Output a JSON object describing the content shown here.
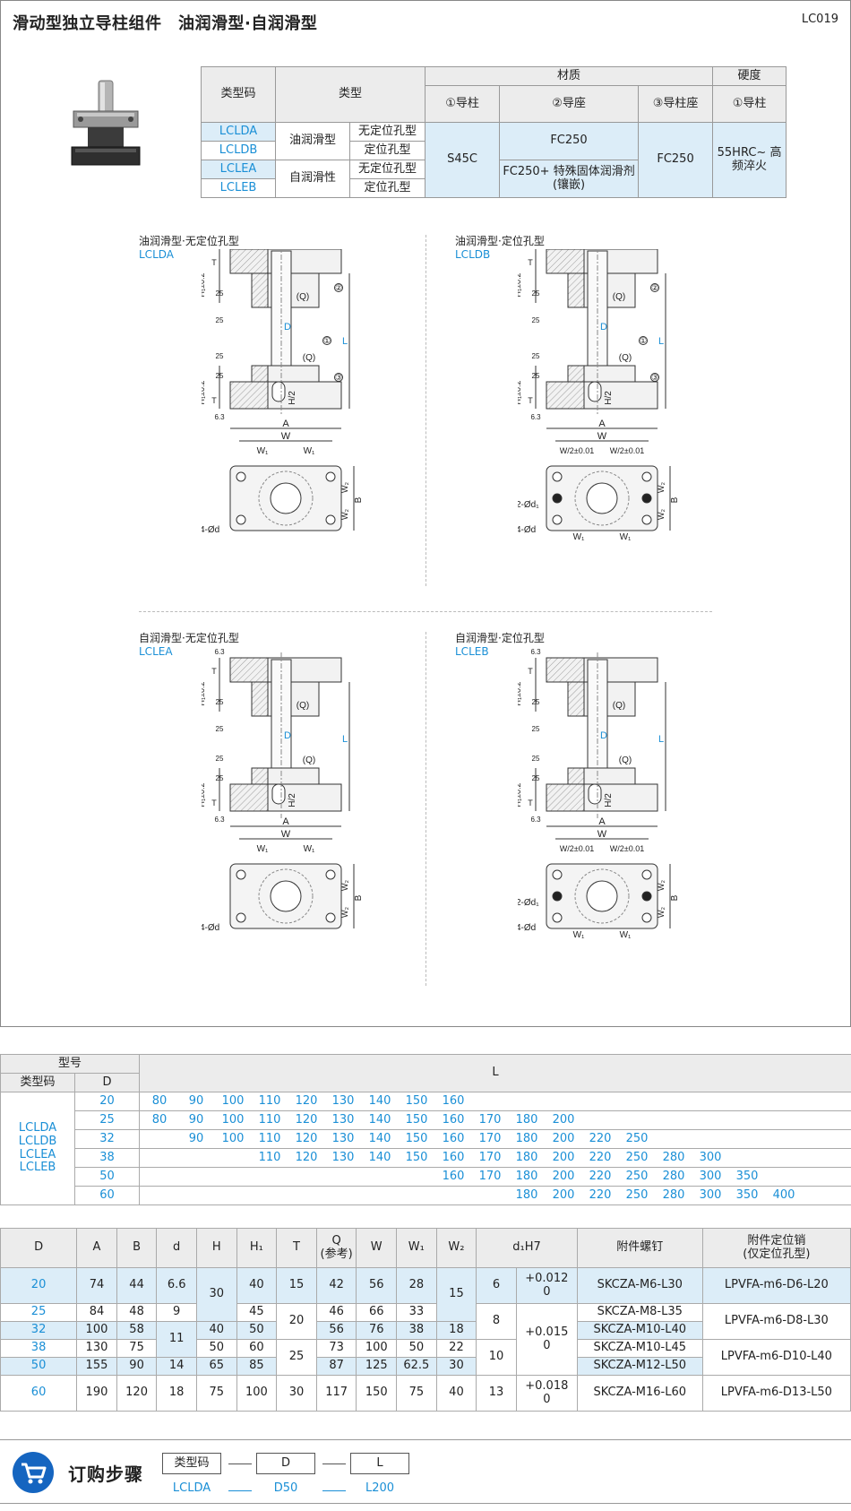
{
  "header": {
    "title": "滑动型独立导柱组件　油润滑型·自润滑型",
    "code": "LC019"
  },
  "material_table": {
    "h_type_code": "类型码",
    "h_type": "类型",
    "h_material": "材质",
    "h_hardness": "硬度",
    "h_guide_post": "①导柱",
    "h_guide_seat": "②导座",
    "h_post_seat": "③导柱座",
    "h_hard_post": "①导柱",
    "rows": [
      {
        "code": "LCLDA",
        "sub": "无定位孔型"
      },
      {
        "code": "LCLDB",
        "sub": "定位孔型"
      },
      {
        "code": "LCLEA",
        "sub": "无定位孔型"
      },
      {
        "code": "LCLEB",
        "sub": "定位孔型"
      }
    ],
    "type_oil": "油润滑型",
    "type_self": "自润滑性",
    "post_mat": "S45C",
    "seat_mat_1": "FC250",
    "seat_mat_2": "FC250+ 特殊固体润滑剂(镶嵌)",
    "post_seat_mat": "FC250",
    "hardness": "55HRC~ 高频淬火"
  },
  "drawings": [
    {
      "title": "油润滑型·无定位孔型",
      "code": "LCLDA"
    },
    {
      "title": "油润滑型·定位孔型",
      "code": "LCLDB"
    },
    {
      "title": "自润滑型·无定位孔型",
      "code": "LCLEA"
    },
    {
      "title": "自润滑型·定位孔型",
      "code": "LCLEB"
    }
  ],
  "labels": {
    "A": "A",
    "W": "W",
    "W1": "W₁",
    "W2": "W₂",
    "B": "B",
    "D": "D",
    "L": "L",
    "Q": "(Q)",
    "T": "T",
    "H1": "H₁±0.2",
    "H2": "H/2",
    "r63": "6.3",
    "r25": "25",
    "n1": "①",
    "n2": "②",
    "n3": "③",
    "W2half": "W/2±0.01",
    "d4": "4-Ød",
    "d2": "2-Ød₁"
  },
  "l_table": {
    "h_model": "型号",
    "h_code": "类型码",
    "h_D": "D",
    "h_L": "L",
    "codes": "LCLDA\nLCLDB\nLCLEA\nLCLEB",
    "rows": [
      {
        "D": "20",
        "start": 0,
        "vals": [
          "80",
          "90",
          "100",
          "110",
          "120",
          "130",
          "140",
          "150",
          "160"
        ]
      },
      {
        "D": "25",
        "start": 0,
        "vals": [
          "80",
          "90",
          "100",
          "110",
          "120",
          "130",
          "140",
          "150",
          "160",
          "170",
          "180",
          "200"
        ]
      },
      {
        "D": "32",
        "start": 1,
        "vals": [
          "90",
          "100",
          "110",
          "120",
          "130",
          "140",
          "150",
          "160",
          "170",
          "180",
          "200",
          "220",
          "250"
        ]
      },
      {
        "D": "38",
        "start": 3,
        "vals": [
          "110",
          "120",
          "130",
          "140",
          "150",
          "160",
          "170",
          "180",
          "200",
          "220",
          "250",
          "280",
          "300"
        ]
      },
      {
        "D": "50",
        "start": 8,
        "vals": [
          "160",
          "170",
          "180",
          "200",
          "220",
          "250",
          "280",
          "300",
          "350"
        ]
      },
      {
        "D": "60",
        "start": 10,
        "vals": [
          "180",
          "200",
          "220",
          "250",
          "280",
          "300",
          "350",
          "400"
        ]
      }
    ]
  },
  "dim_table": {
    "headers": [
      "D",
      "A",
      "B",
      "d",
      "H",
      "H₁",
      "T",
      "Q\n(参考)",
      "W",
      "W₁",
      "W₂",
      "d₁H7",
      "",
      "附件螺钉",
      "附件定位销\n(仅定位孔型)"
    ],
    "rows": [
      {
        "D": "20",
        "A": "74",
        "B": "44",
        "d": "6.6",
        "H1": "40",
        "Q": "42",
        "W": "56",
        "W1": "28",
        "screw": "SKCZA-M6-L30"
      },
      {
        "D": "25",
        "A": "84",
        "B": "48",
        "d": "9",
        "H1": "45",
        "Q": "46",
        "W": "66",
        "W1": "33",
        "screw": "SKCZA-M8-L35"
      },
      {
        "D": "32",
        "A": "100",
        "B": "58",
        "H1": "50",
        "Q": "56",
        "W": "76",
        "W1": "38",
        "W2": "18",
        "screw": "SKCZA-M10-L40"
      },
      {
        "D": "38",
        "A": "130",
        "B": "75",
        "H1": "60",
        "Q": "73",
        "W": "100",
        "W1": "50",
        "W2": "22",
        "screw": "SKCZA-M10-L45"
      },
      {
        "D": "50",
        "A": "155",
        "B": "90",
        "d": "14",
        "H": "65",
        "H1": "85",
        "Q": "87",
        "W": "125",
        "W1": "62.5",
        "W2": "30",
        "screw": "SKCZA-M12-L50"
      },
      {
        "D": "60",
        "A": "190",
        "B": "120",
        "d": "18",
        "H": "75",
        "H1": "100",
        "T": "30",
        "Q": "117",
        "W": "150",
        "W1": "75",
        "W2": "40",
        "d1": "13",
        "tol": "+0.018\n0",
        "screw": "SKCZA-M16-L60",
        "pin": "LPVFA-m6-D13-L50"
      }
    ],
    "merged": {
      "H_20_25": "30",
      "H_32_38": "",
      "H_32": "40",
      "H_38": "50",
      "d_32_38": "11",
      "T_20": "15",
      "T_25_32": "20",
      "T_38_50": "25",
      "W2_20_25": "15",
      "d1_20": "6",
      "d1_25_32": "8",
      "d1_38_50": "10",
      "tol_20": "+0.012\n0",
      "tol_25_50": "+0.015\n0",
      "pin_20": "LPVFA-m6-D6-L20",
      "pin_25_32": "LPVFA-m6-D8-L30",
      "pin_38_50": "LPVFA-m6-D10-L40"
    }
  },
  "order": {
    "title": "订购步骤",
    "steps": [
      {
        "label": "类型码",
        "value": "LCLDA"
      },
      {
        "label": "D",
        "value": "D50"
      },
      {
        "label": "L",
        "value": "L200"
      }
    ]
  }
}
